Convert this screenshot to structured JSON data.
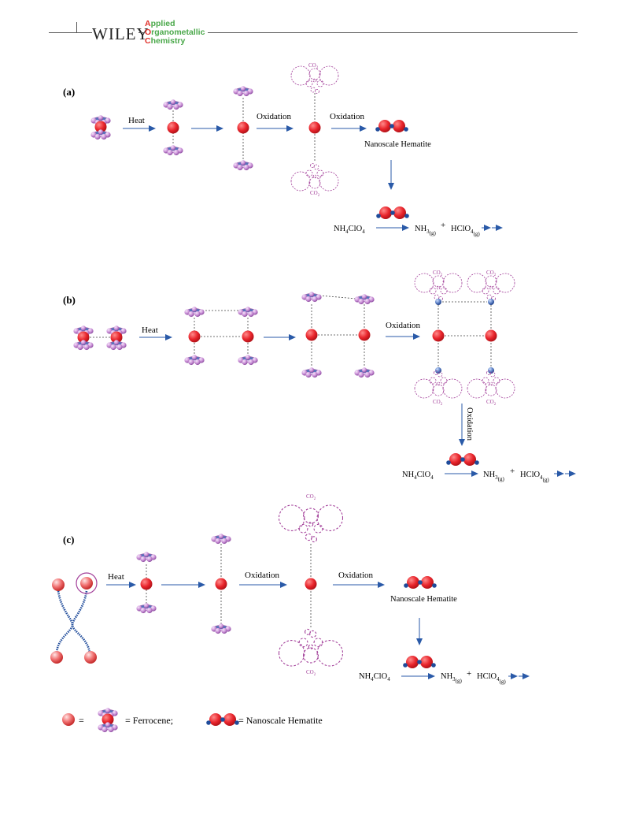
{
  "header": {
    "publisher": "WILEY",
    "journal_line1_cap": "A",
    "journal_line1_rest": "pplied",
    "journal_line2_cap": "O",
    "journal_line2_rest": "rganometallic",
    "journal_line3_cap": "C",
    "journal_line3_rest": "hemistry"
  },
  "panels": {
    "a": {
      "label": "(a)",
      "heat": "Heat",
      "oxidation1": "Oxidation",
      "oxidation2": "Oxidation",
      "co2_top": "CO",
      "co2_bottom": "CO",
      "product": "Nanoscale Hematite",
      "reactant": "NH",
      "nh3": "NH",
      "plus": "+",
      "hclo4": "HClO"
    },
    "b": {
      "label": "(b)",
      "heat": "Heat",
      "oxidation1": "Oxidation",
      "oxidation_vertical": "Oxidation",
      "co2": "CO",
      "reactant": "NH",
      "nh3": "NH",
      "plus": "+",
      "hclo4": "HClO"
    },
    "c": {
      "label": "(c)",
      "heat": "Heat",
      "oxidation1": "Oxidation",
      "oxidation2": "Oxidation",
      "co2_top": "CO",
      "co2_bottom": "CO",
      "product": "Nanoscale Hematite",
      "reactant": "NH",
      "nh3": "NH",
      "plus": "+",
      "hclo4": "HClO"
    }
  },
  "legend": {
    "eq1": "=",
    "ferrocene": "= Ferrocene;",
    "hematite": "= Nanoscale Hematite"
  },
  "colors": {
    "arrow": "#2a5aa8",
    "iron": "#e8242b",
    "ring": "#c98fd6",
    "co2": "#a3409a",
    "oxygen": "#1f4b9a"
  }
}
